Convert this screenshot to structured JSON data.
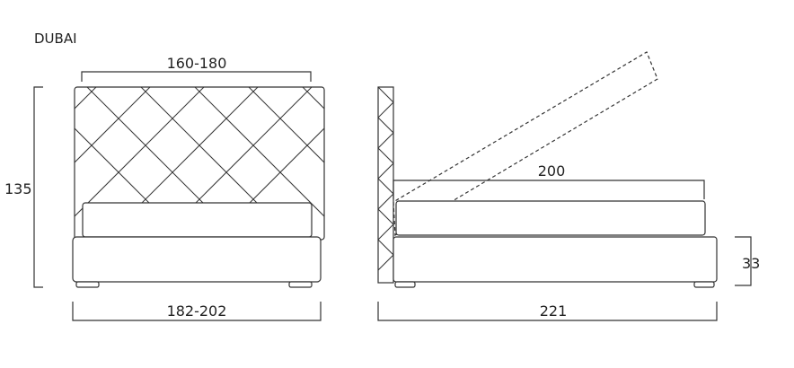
{
  "model_name": "DUBAI",
  "dimensions": {
    "headboard_width": "160-180",
    "height": "135",
    "overall_width": "182-202",
    "mattress_length": "200",
    "overall_length": "221",
    "base_height": "33"
  }
}
